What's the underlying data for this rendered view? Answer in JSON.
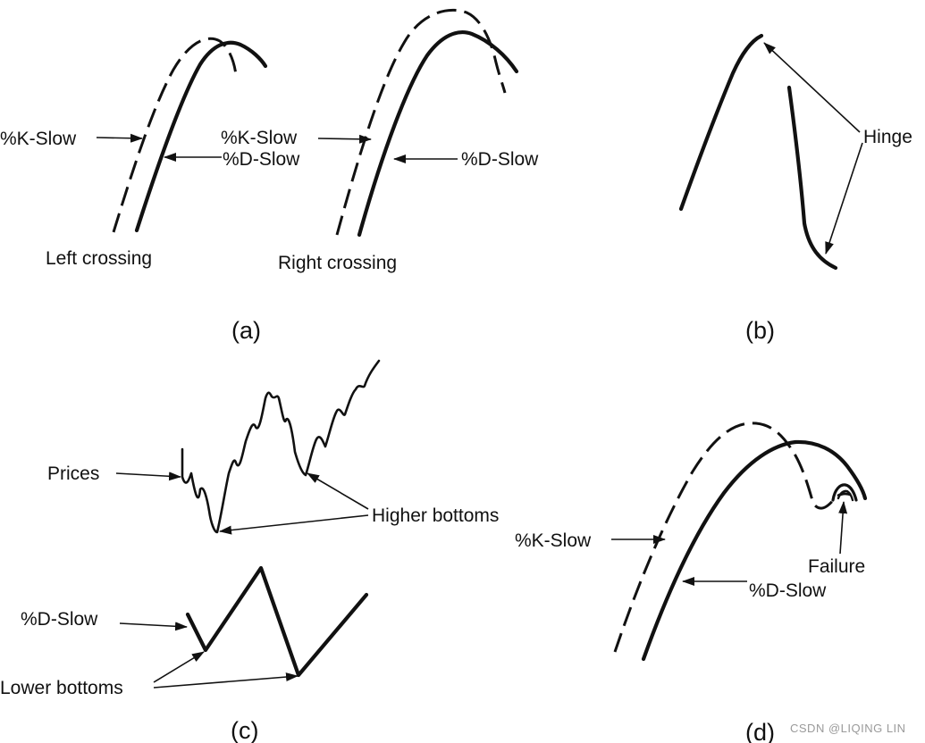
{
  "panel_a": {
    "caption": "(a)",
    "left": {
      "k_label": "%K-Slow",
      "d_label": "%D-Slow",
      "title": "Left crossing"
    },
    "right": {
      "k_label": "%K-Slow",
      "d_label": "%D-Slow",
      "title": "Right crossing"
    }
  },
  "panel_b": {
    "caption": "(b)",
    "hinge_label": "Hinge"
  },
  "panel_c": {
    "caption": "(c)",
    "prices_label": "Prices",
    "higher_bottoms_label": "Higher bottoms",
    "d_label": "%D-Slow",
    "lower_bottoms_label": "Lower bottoms"
  },
  "panel_d": {
    "caption": "(d)",
    "k_label": "%K-Slow",
    "d_label": "%D-Slow",
    "failure_label": "Failure"
  },
  "watermark": "CSDN @LIQING LIN",
  "colors": {
    "ink": "#111111",
    "background": "#ffffff",
    "watermark": "#9a9a9a"
  }
}
